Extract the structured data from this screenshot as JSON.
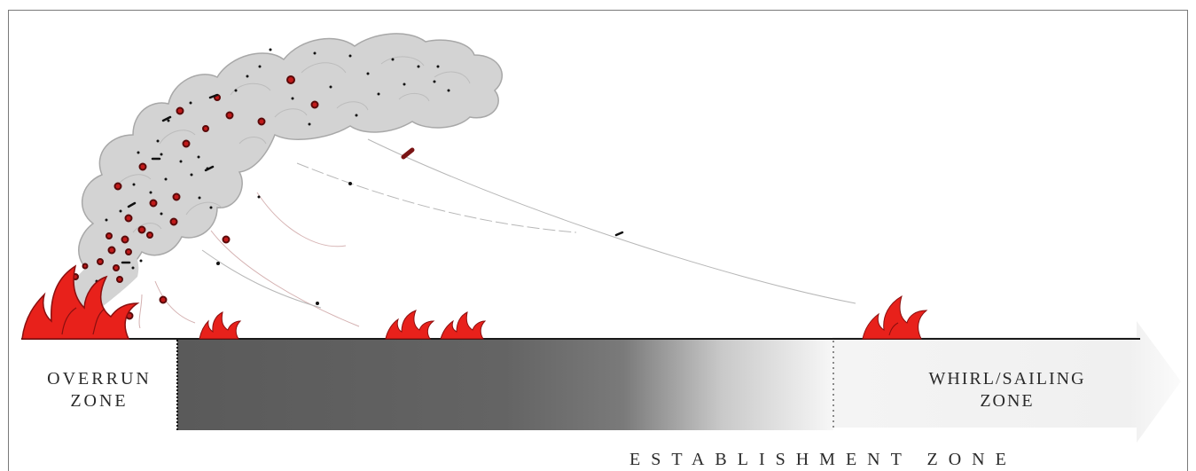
{
  "zones": {
    "overrun": {
      "line1": "OVERRUN",
      "line2": "ZONE"
    },
    "whirl": {
      "line1": "WHIRL/SAILING",
      "line2": "ZONE"
    },
    "establishment": {
      "label": "ESTABLISHMENT ZONE"
    }
  },
  "colors": {
    "flame": "#e8211b",
    "flame_dark": "#8a0f0f",
    "smoke": "#d3d3d3",
    "smoke_outline": "#a9a9a9",
    "ground": "#1a1a1a",
    "establishment_band": "#595959",
    "arrow_fill": "#f2f2f2"
  },
  "icons": [
    "flame-icon",
    "smoke-plume",
    "ember",
    "firebrand"
  ]
}
